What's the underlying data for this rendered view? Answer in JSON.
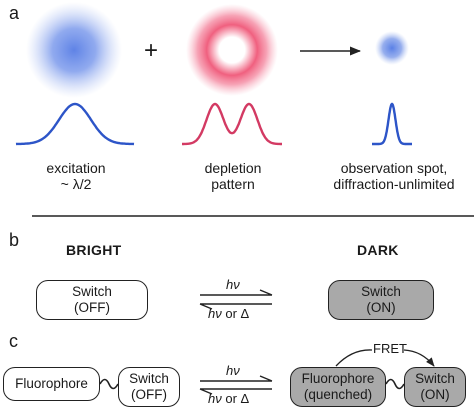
{
  "panel_a": {
    "label": "a",
    "plus": "+",
    "captions": [
      {
        "line1": "excitation",
        "line2": "~ λ/2"
      },
      {
        "line1": "depletion",
        "line2": "pattern"
      },
      {
        "line1": "observation spot,",
        "line2": "diffraction-unlimited"
      }
    ],
    "colors": {
      "excitation": "#2d55c8",
      "depletion": "#d33a63",
      "spot": "#2d55c8"
    }
  },
  "panel_b": {
    "label": "b",
    "bright_heading": "BRIGHT",
    "dark_heading": "DARK",
    "left_box": {
      "line1": "Switch",
      "line2": "(OFF)"
    },
    "right_box": {
      "line1": "Switch",
      "line2": "(ON)"
    },
    "forward_label": "hν",
    "reverse_label_h": "hν",
    "reverse_label_or": " or ",
    "reverse_label_delta": "Δ"
  },
  "panel_c": {
    "label": "c",
    "left_fluor": {
      "line1": "Fluorophore"
    },
    "left_switch": {
      "line1": "Switch",
      "line2": "(OFF)"
    },
    "right_fluor": {
      "line1": "Fluorophore",
      "line2": "(quenched)"
    },
    "right_switch": {
      "line1": "Switch",
      "line2": "(ON)"
    },
    "fret_label": "FRET",
    "forward_label": "hν",
    "reverse_label_h": "hν",
    "reverse_label_or": " or ",
    "reverse_label_delta": "Δ"
  },
  "colors": {
    "dark_box": "#a9a9a9",
    "line": "#222222"
  }
}
